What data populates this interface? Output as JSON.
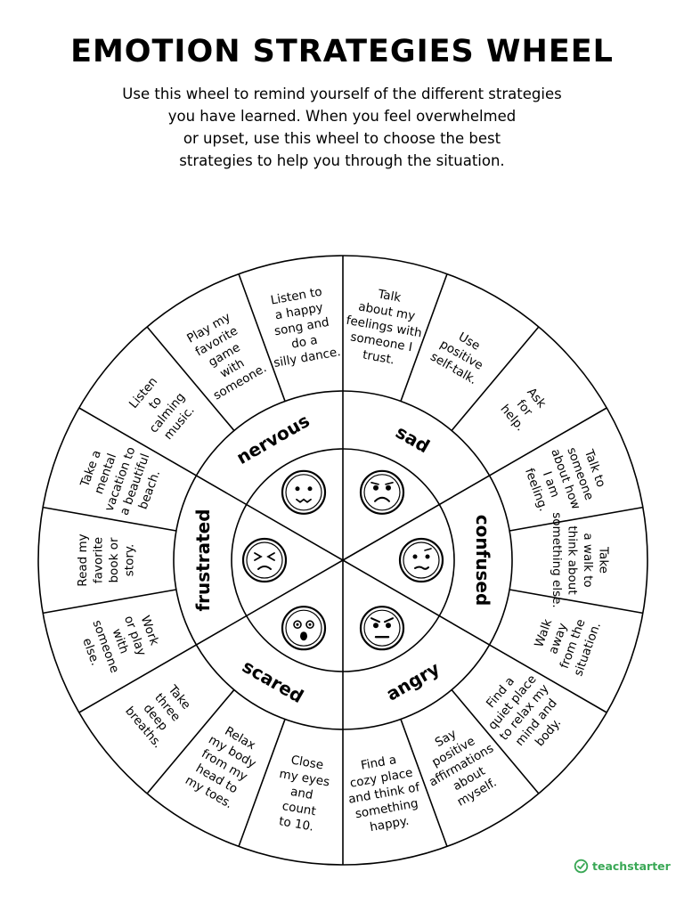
{
  "title": "EMOTION STRATEGIES WHEEL",
  "intro": [
    "Use this wheel to remind yourself of the different strategies",
    "you have learned. When you feel overwhelmed",
    "or upset, use this wheel to choose the best",
    "strategies to help you through the situation."
  ],
  "wheel": {
    "emotions": [
      {
        "name": "sad",
        "face": "sad-face-icon"
      },
      {
        "name": "confused",
        "face": "confused-face-icon"
      },
      {
        "name": "angry",
        "face": "angry-face-icon"
      },
      {
        "name": "scared",
        "face": "scared-face-icon"
      },
      {
        "name": "frustrated",
        "face": "frustrated-face-icon"
      },
      {
        "name": "nervous",
        "face": "nervous-face-icon"
      }
    ],
    "strategies": [
      [
        "Talk",
        "about my",
        "feelings with",
        "someone I",
        "trust."
      ],
      [
        "Use",
        "positive",
        "self-talk."
      ],
      [
        "Ask",
        "for",
        "help."
      ],
      [
        "Talk to",
        "someone",
        "about how",
        "I am",
        "feeling."
      ],
      [
        "Take",
        "a walk to",
        "think about",
        "something else."
      ],
      [
        "Walk",
        "away",
        "from the",
        "situation."
      ],
      [
        "Find a",
        "quiet place",
        "to relax my",
        "mind and",
        "body."
      ],
      [
        "Say",
        "positive",
        "affirmations",
        "about",
        "myself."
      ],
      [
        "Find a",
        "cozy place",
        "and think of",
        "something",
        "happy."
      ],
      [
        "Close",
        "my eyes",
        "and",
        "count",
        "to 10."
      ],
      [
        "Relax",
        "my body",
        "from my",
        "head to",
        "my toes."
      ],
      [
        "Take",
        "three",
        "deep",
        "breaths."
      ],
      [
        "Work",
        "or play",
        "with",
        "someone",
        "else."
      ],
      [
        "Read my",
        "favorite",
        "book or",
        "story."
      ],
      [
        "Take a",
        "mental",
        "vacation to",
        "a beautiful",
        "beach."
      ],
      [
        "Listen",
        "to",
        "calming",
        "music."
      ],
      [
        "Play my",
        "favorite",
        "game",
        "with",
        "someone."
      ],
      [
        "Listen to",
        "a happy",
        "song and",
        "do a",
        "silly dance."
      ]
    ]
  },
  "brand": {
    "name": "teachstarter",
    "color": "#3aa856",
    "icon": "teachstarter-logo-icon"
  }
}
